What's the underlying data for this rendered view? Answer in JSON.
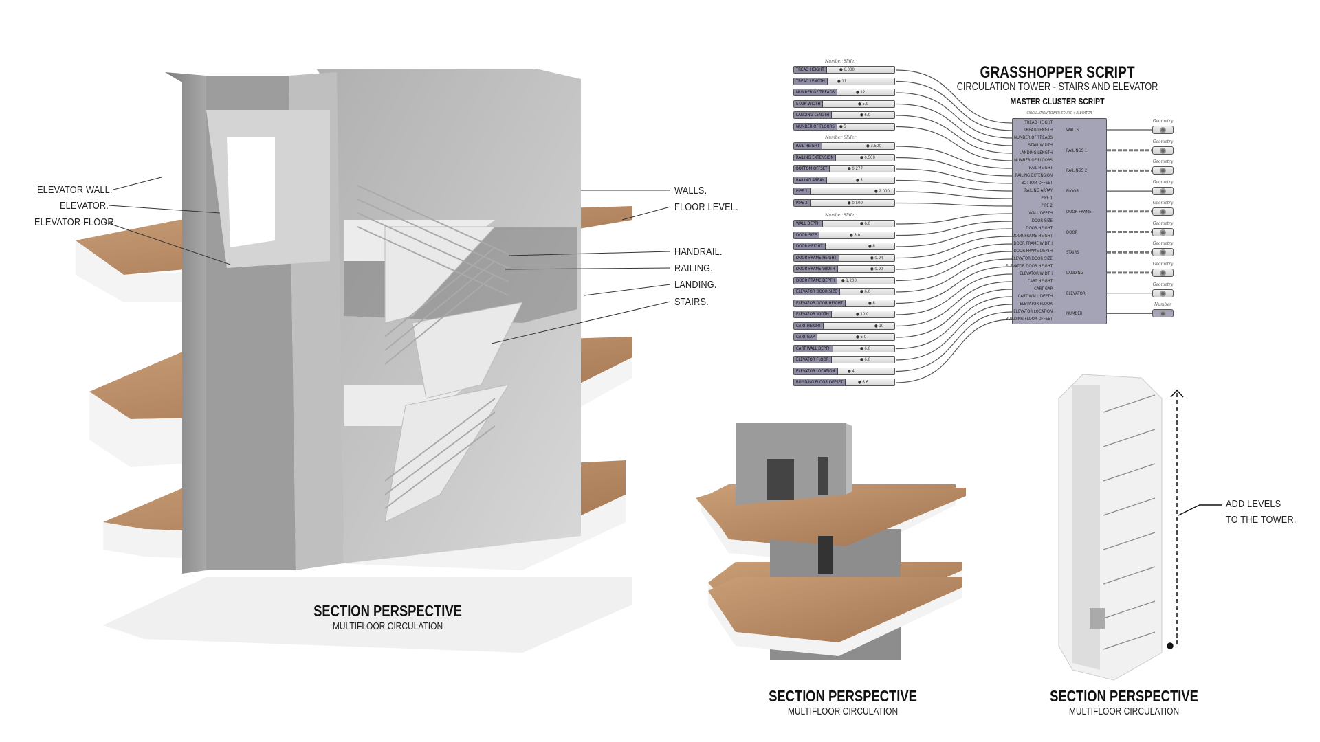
{
  "main_labels_left": [
    "ELEVATOR WALL.",
    "ELEVATOR.",
    "ELEVATOR FLOOR"
  ],
  "main_labels_right": [
    "WALLS.",
    "FLOOR LEVEL.",
    "HANDRAIL.",
    "RAILING.",
    "LANDING.",
    "STAIRS."
  ],
  "captions": [
    {
      "title": "SECTION PERSPECTIVE",
      "subtitle": "MULTIFLOOR CIRCULATION"
    },
    {
      "title": "SECTION PERSPECTIVE",
      "subtitle": "MULTIFLOOR CIRCULATION"
    },
    {
      "title": "SECTION PERSPECTIVE",
      "subtitle": "MULTIFLOOR CIRCULATION"
    }
  ],
  "tower_note": [
    "ADD LEVELS",
    "TO THE TOWER."
  ],
  "grasshopper": {
    "title": "GRASSHOPPER SCRIPT",
    "subtitle": "CIRCULATION TOWER - STAIRS AND ELEVATOR",
    "cluster_heading": "MASTER CLUSTER SCRIPT",
    "cluster_name": "CIRCULATION TOWER STAIRS + ELEVATOR",
    "group_label": "Number Slider",
    "slider_groups": [
      [
        {
          "name": "TREAD HEIGHT",
          "value": "6.000",
          "pos": 0.1
        },
        {
          "name": "TREAD LENGTH",
          "value": "11",
          "pos": 0.05
        },
        {
          "name": "NUMBER OF TREADS",
          "value": "12",
          "pos": 0.5
        },
        {
          "name": "STAIR WIDTH",
          "value": "5.0",
          "pos": 0.55
        },
        {
          "name": "LANDING LENGTH",
          "value": "6.0",
          "pos": 0.6
        },
        {
          "name": "NUMBER OF FLOORS",
          "value": "5",
          "pos": 0.1
        }
      ],
      [
        {
          "name": "RAIL HEIGHT",
          "value": "3.500",
          "pos": 0.75
        },
        {
          "name": "RAILING EXTENSION",
          "value": "0.500",
          "pos": 0.6
        },
        {
          "name": "BOTTOM OFFSET",
          "value": "0.277",
          "pos": 0.3
        },
        {
          "name": "RAILING ARRAY",
          "value": "5",
          "pos": 0.5
        },
        {
          "name": "PIPE 1",
          "value": "2.000",
          "pos": 0.95
        },
        {
          "name": "PIPE 2",
          "value": "0.500",
          "pos": 0.3
        }
      ],
      [
        {
          "name": "WALL DEPTH",
          "value": "6.0",
          "pos": 0.6
        },
        {
          "name": "DOOR SIZE",
          "value": "3.0",
          "pos": 0.35
        },
        {
          "name": "DOOR HEIGHT",
          "value": "8",
          "pos": 0.8
        },
        {
          "name": "DOOR FRAME HEIGHT",
          "value": "0.94",
          "pos": 0.85
        },
        {
          "name": "DOOR FRAME WIDTH",
          "value": "0.90",
          "pos": 0.85
        },
        {
          "name": "DOOR FRAME DEPTH",
          "value": "1.200",
          "pos": 0.15
        },
        {
          "name": "ELEVATOR DOOR SIZE",
          "value": "6.0",
          "pos": 0.6
        },
        {
          "name": "ELEVATOR DOOR HEIGHT",
          "value": "8",
          "pos": 0.8
        },
        {
          "name": "ELEVATOR WIDTH",
          "value": "10.0",
          "pos": 0.5
        },
        {
          "name": "CART HEIGHT",
          "value": "10",
          "pos": 0.95
        },
        {
          "name": "CART GAP",
          "value": "6.0",
          "pos": 0.5
        },
        {
          "name": "CART WALL DEPTH",
          "value": "6.0",
          "pos": 0.6
        },
        {
          "name": "ELEVATOR FLOOR",
          "value": "6.0",
          "pos": 0.6
        },
        {
          "name": "ELEVATOR LOCATION",
          "value": "4",
          "pos": 0.3
        },
        {
          "name": "BUILDING FLOOR OFFSET",
          "value": "6.6",
          "pos": 0.55
        }
      ]
    ],
    "cluster_inputs": [
      "TREAD HEIGHT",
      "TREAD LENGTH",
      "NUMBER OF TREADS",
      "STAIR WIDTH",
      "LANDING LENGTH",
      "NUMBER OF FLOORS",
      "RAIL HEIGHT",
      "RAILING EXTENSION",
      "BOTTOM OFFSET",
      "RAILING ARRAY",
      "PIPE 1",
      "PIPE 2",
      "WALL DEPTH",
      "DOOR SIZE",
      "DOOR HEIGHT",
      "DOOR FRAME HEIGHT",
      "DOOR FRAME WIDTH",
      "DOOR FRAME DEPTH",
      "ELEVATOR DOOR SIZE",
      "ELEVATOR DOOR HEIGHT",
      "ELEVATOR WIDTH",
      "CART HEIGHT",
      "CART GAP",
      "CART WALL DEPTH",
      "ELEVATOR FLOOR",
      "ELEVATOR LOCATION",
      "BUILDING FLOOR OFFSET"
    ],
    "cluster_outputs": [
      {
        "name": "WALLS",
        "component": "Geometry",
        "wire": "solid"
      },
      {
        "name": "RAILINGS 1",
        "component": "Geometry",
        "wire": "dashed"
      },
      {
        "name": "RAILINGS 2",
        "component": "Geometry",
        "wire": "dashed"
      },
      {
        "name": "FLOOR",
        "component": "Geometry",
        "wire": "solid"
      },
      {
        "name": "DOOR FRAME",
        "component": "Geometry",
        "wire": "dashed"
      },
      {
        "name": "DOOR",
        "component": "Geometry",
        "wire": "dashed"
      },
      {
        "name": "STAIRS",
        "component": "Geometry",
        "wire": "dashed"
      },
      {
        "name": "LANDING",
        "component": "Geometry",
        "wire": "dashed"
      },
      {
        "name": "ELEVATOR",
        "component": "Geometry",
        "wire": "solid"
      },
      {
        "name": "NUMBER",
        "component": "Number",
        "wire": "solid"
      }
    ]
  },
  "colors": {
    "wall": "#9a9a9a",
    "wood": "#b88a64",
    "slab": "#f2f2f2",
    "node": "#a5a4b6"
  }
}
